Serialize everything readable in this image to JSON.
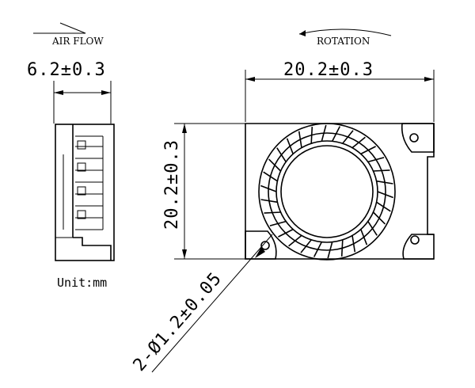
{
  "labels": {
    "air_flow": "AIR FLOW",
    "rotation": "ROTATION",
    "thickness": "6.2±0.3",
    "width": "20.2±0.3",
    "height": "20.2±0.3",
    "hole": "2-Ø1.2±0.05",
    "unit": "Unit:mm"
  }
}
